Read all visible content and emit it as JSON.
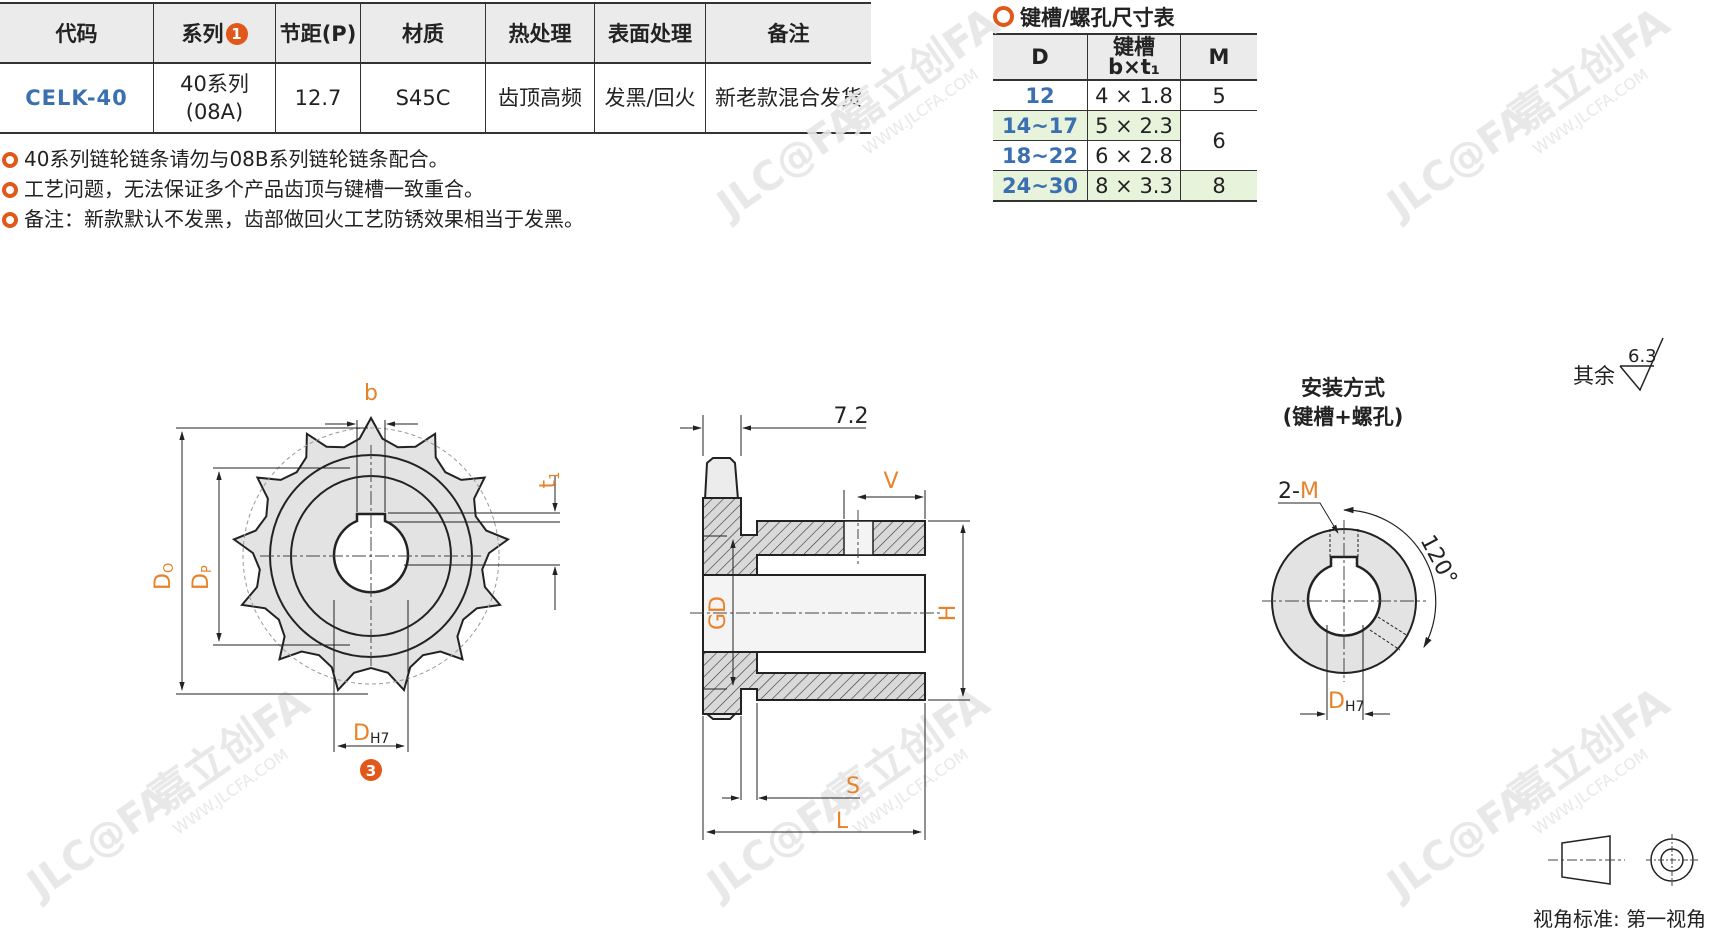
{
  "spec_table": {
    "headers": [
      "代码",
      "系列",
      "节距(P)",
      "材质",
      "热处理",
      "表面处理",
      "备注"
    ],
    "series_badge": "1",
    "row": {
      "code": "CELK-40",
      "series_line1": "40系列",
      "series_line2": "(08A)",
      "pitch": "12.7",
      "material": "S45C",
      "heat_treatment": "齿顶高频",
      "surface": "发黑/回火",
      "remark": "新老款混合发货"
    }
  },
  "notes": [
    "40系列链轮链条请勿与08B系列链轮链条配合。",
    "工艺问题，无法保证多个产品齿顶与键槽一致重合。",
    "备注：新款默认不发黑，齿部做回火工艺防锈效果相当于发黑。"
  ],
  "key_table": {
    "title": "键槽/螺孔尺寸表",
    "headers": {
      "d": "D",
      "keyway_line1": "键槽",
      "keyway_line2": "b×t₁",
      "m": "M"
    },
    "rows": [
      {
        "d": "12",
        "keyway": "4 × 1.8",
        "m": "5"
      },
      {
        "d": "14~17",
        "keyway": "5 × 2.3",
        "m": "6"
      },
      {
        "d": "18~22",
        "keyway": "6 × 2.8",
        "m": ""
      },
      {
        "d": "24~30",
        "keyway": "8 × 3.3",
        "m": "8"
      }
    ]
  },
  "drawing": {
    "front": {
      "b": "b",
      "t1": "t",
      "t1_sub": "1",
      "do": "D",
      "do_sub": "O",
      "dp": "D",
      "dp_sub": "P",
      "dh7": "D",
      "dh7_sub": "H7",
      "badge": "3"
    },
    "side": {
      "dim_72": "7.2",
      "v": "V",
      "gd": "GD",
      "h": "H",
      "s": "S",
      "l": "L"
    },
    "mount": {
      "title_line1": "安装方式",
      "title_line2": "(键槽+螺孔)",
      "twom_prefix": "2-",
      "twom_m": "M",
      "angle": "120°",
      "dh7": "D",
      "dh7_sub": "H7"
    },
    "roughness": {
      "other": "其余",
      "value": "6.3"
    },
    "projection": "视角标准: 第一视角"
  },
  "watermark": {
    "brand": "JLC@FA",
    "cn": "嘉立创FA",
    "url": "WWW.JLCFA.COM"
  },
  "colors": {
    "accent_orange": "#e2581b",
    "dim_orange": "#e8822a",
    "code_blue": "#3a6fb0",
    "header_gray": "#ebebeb",
    "green_row": "#e8f3dc"
  }
}
